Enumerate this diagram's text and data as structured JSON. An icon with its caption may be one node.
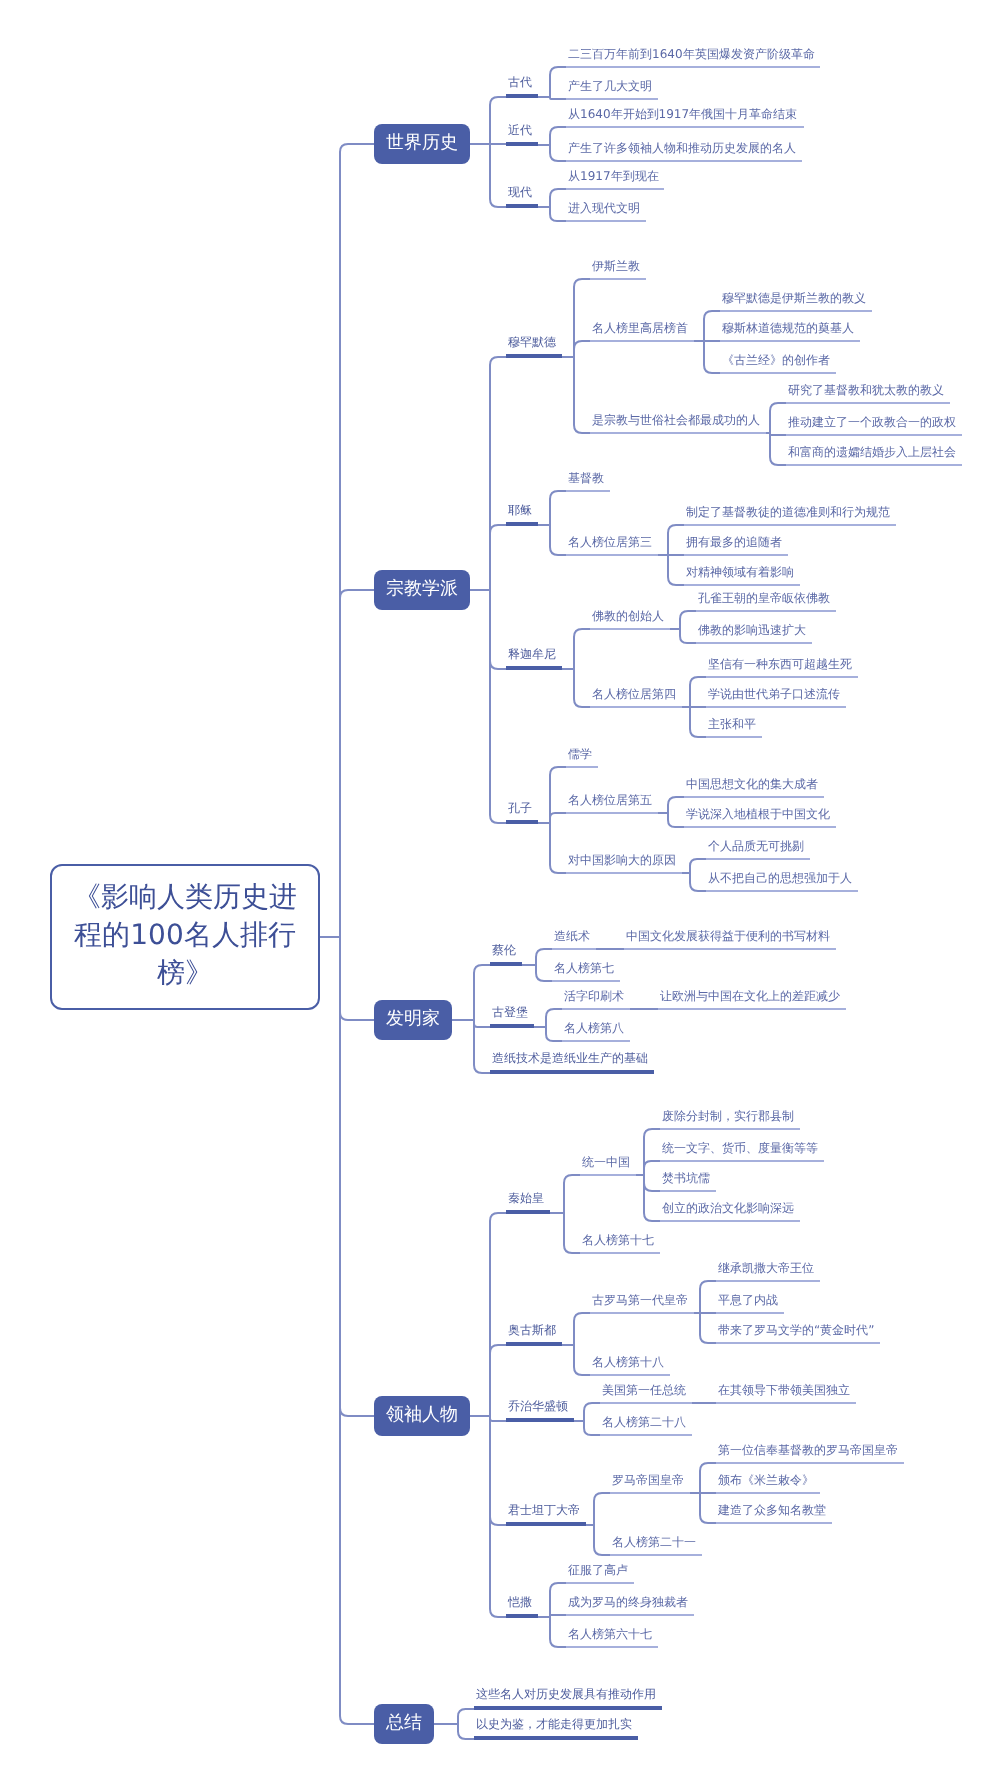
{
  "diagram": {
    "nodes": [
      {
        "text": [
          "《影响人类历史进程的100名人排行榜》"
        ]
      },
      {
        "text": [
          "世界历史"
        ]
      },
      {
        "text": [
          "古代"
        ]
      },
      {
        "text": [
          "二三百万年前到1640年英国爆发资产阶级革命"
        ]
      },
      {
        "text": [
          "产生了几大文明"
        ]
      },
      {
        "text": [
          "近代"
        ]
      },
      {
        "text": [
          "从1640年开始到1917年俄国十月革命结束"
        ]
      },
      {
        "text": [
          "产生了许多领袖人物和推动历史发展的名人"
        ]
      },
      {
        "text": [
          "现代"
        ]
      },
      {
        "text": [
          "从1917年到现在"
        ]
      },
      {
        "text": [
          "进入现代文明"
        ]
      },
      {
        "text": [
          "宗教学派"
        ]
      },
      {
        "text": [
          "穆罕默德"
        ]
      },
      {
        "text": [
          "伊斯兰教"
        ]
      },
      {
        "text": [
          "名人榜里高居榜首"
        ]
      },
      {
        "text": [
          "穆罕默德是伊斯兰教的教义"
        ]
      },
      {
        "text": [
          "穆斯林道德规范的奠基人"
        ]
      },
      {
        "text": [
          "《古兰经》的创作者"
        ]
      },
      {
        "text": [
          "是宗教与世俗社会都最成功的人"
        ]
      },
      {
        "text": [
          "研究了基督教和犹太教的教义"
        ]
      },
      {
        "text": [
          "推动建立了一个政教合一的政权"
        ]
      },
      {
        "text": [
          "和富商的遗孀结婚步入上层社会"
        ]
      },
      {
        "text": [
          "耶稣"
        ]
      },
      {
        "text": [
          "基督教"
        ]
      },
      {
        "text": [
          "名人榜位居第三"
        ]
      },
      {
        "text": [
          "制定了基督教徒的道德准则和行为规范"
        ]
      },
      {
        "text": [
          "拥有最多的追随者"
        ]
      },
      {
        "text": [
          "对精神领域有着影响"
        ]
      },
      {
        "text": [
          "释迦牟尼"
        ]
      },
      {
        "text": [
          "佛教的创始人"
        ]
      },
      {
        "text": [
          "孔雀王朝的皇帝皈依佛教"
        ]
      },
      {
        "text": [
          "佛教的影响迅速扩大"
        ]
      },
      {
        "text": [
          "名人榜位居第四"
        ]
      },
      {
        "text": [
          "坚信有一种东西可超越生死"
        ]
      },
      {
        "text": [
          "学说由世代弟子口述流传"
        ]
      },
      {
        "text": [
          "主张和平"
        ]
      },
      {
        "text": [
          "孔子"
        ]
      },
      {
        "text": [
          "儒学"
        ]
      },
      {
        "text": [
          "名人榜位居第五"
        ]
      },
      {
        "text": [
          "中国思想文化的集大成者"
        ]
      },
      {
        "text": [
          "学说深入地植根于中国文化"
        ]
      },
      {
        "text": [
          "对中国影响大的原因"
        ]
      },
      {
        "text": [
          "个人品质无可挑剔"
        ]
      },
      {
        "text": [
          "从不把自己的思想强加于人"
        ]
      },
      {
        "text": [
          "发明家"
        ]
      },
      {
        "text": [
          "蔡伦"
        ]
      },
      {
        "text": [
          "造纸术"
        ]
      },
      {
        "text": [
          "中国文化发展获得益于便利的书写材料"
        ]
      },
      {
        "text": [
          "名人榜第七"
        ]
      },
      {
        "text": [
          "古登堡"
        ]
      },
      {
        "text": [
          "活字印刷术"
        ]
      },
      {
        "text": [
          "让欧洲与中国在文化上的差距减少"
        ]
      },
      {
        "text": [
          "名人榜第八"
        ]
      },
      {
        "text": [
          "造纸技术是造纸业生产的基础"
        ]
      },
      {
        "text": [
          "领袖人物"
        ]
      },
      {
        "text": [
          "秦始皇"
        ]
      },
      {
        "text": [
          "统一中国"
        ]
      },
      {
        "text": [
          "废除分封制，实行郡县制"
        ]
      },
      {
        "text": [
          "统一文字、货币、度量衡等等"
        ]
      },
      {
        "text": [
          "焚书坑儒"
        ]
      },
      {
        "text": [
          "创立的政治文化影响深远"
        ]
      },
      {
        "text": [
          "名人榜第十七"
        ]
      },
      {
        "text": [
          "奥古斯都"
        ]
      },
      {
        "text": [
          "古罗马第一代皇帝"
        ]
      },
      {
        "text": [
          "继承凯撒大帝王位"
        ]
      },
      {
        "text": [
          "平息了内战"
        ]
      },
      {
        "text": [
          "带来了罗马文学的“黄金时代”"
        ]
      },
      {
        "text": [
          "名人榜第十八"
        ]
      },
      {
        "text": [
          "乔治华盛顿"
        ]
      },
      {
        "text": [
          "美国第一任总统"
        ]
      },
      {
        "text": [
          "在其领导下带领美国独立"
        ]
      },
      {
        "text": [
          "名人榜第二十八"
        ]
      },
      {
        "text": [
          "君士坦丁大帝"
        ]
      },
      {
        "text": [
          "罗马帝国皇帝"
        ]
      },
      {
        "text": [
          "第一位信奉基督教的罗马帝国皇帝"
        ]
      },
      {
        "text": [
          "颁布《米兰敕令》"
        ]
      },
      {
        "text": [
          "建造了众多知名教堂"
        ]
      },
      {
        "text": [
          "名人榜第二十一"
        ]
      },
      {
        "text": [
          "恺撒"
        ]
      },
      {
        "text": [
          "征服了高卢"
        ]
      },
      {
        "text": [
          "成为罗马的终身独裁者"
        ]
      },
      {
        "text": [
          "名人榜第六十七"
        ]
      },
      {
        "text": [
          "总结"
        ]
      },
      {
        "text": [
          "这些名人对历史发展具有推动作用"
        ]
      },
      {
        "text": [
          "以史为鉴，才能走得更加扎实"
        ]
      }
    ],
    "edges": [
      {
        "from": 0,
        "to": 1,
        "arrow": "none"
      },
      {
        "from": 1,
        "to": 2,
        "arrow": "none"
      },
      {
        "from": 2,
        "to": 3,
        "arrow": "none"
      },
      {
        "from": 2,
        "to": 4,
        "arrow": "none"
      },
      {
        "from": 1,
        "to": 5,
        "arrow": "none"
      },
      {
        "from": 5,
        "to": 6,
        "arrow": "none"
      },
      {
        "from": 5,
        "to": 7,
        "arrow": "none"
      },
      {
        "from": 1,
        "to": 8,
        "arrow": "none"
      },
      {
        "from": 8,
        "to": 9,
        "arrow": "none"
      },
      {
        "from": 8,
        "to": 10,
        "arrow": "none"
      },
      {
        "from": 0,
        "to": 11,
        "arrow": "none"
      },
      {
        "from": 11,
        "to": 12,
        "arrow": "none"
      },
      {
        "from": 12,
        "to": 13,
        "arrow": "none"
      },
      {
        "from": 12,
        "to": 14,
        "arrow": "none"
      },
      {
        "from": 14,
        "to": 15,
        "arrow": "none"
      },
      {
        "from": 14,
        "to": 16,
        "arrow": "none"
      },
      {
        "from": 14,
        "to": 17,
        "arrow": "none"
      },
      {
        "from": 12,
        "to": 18,
        "arrow": "none"
      },
      {
        "from": 18,
        "to": 19,
        "arrow": "none"
      },
      {
        "from": 18,
        "to": 20,
        "arrow": "none"
      },
      {
        "from": 18,
        "to": 21,
        "arrow": "none"
      },
      {
        "from": 11,
        "to": 22,
        "arrow": "none"
      },
      {
        "from": 22,
        "to": 23,
        "arrow": "none"
      },
      {
        "from": 22,
        "to": 24,
        "arrow": "none"
      },
      {
        "from": 24,
        "to": 25,
        "arrow": "none"
      },
      {
        "from": 24,
        "to": 26,
        "arrow": "none"
      },
      {
        "from": 24,
        "to": 27,
        "arrow": "none"
      },
      {
        "from": 11,
        "to": 28,
        "arrow": "none"
      },
      {
        "from": 28,
        "to": 29,
        "arrow": "none"
      },
      {
        "from": 29,
        "to": 30,
        "arrow": "none"
      },
      {
        "from": 29,
        "to": 31,
        "arrow": "none"
      },
      {
        "from": 28,
        "to": 32,
        "arrow": "none"
      },
      {
        "from": 32,
        "to": 33,
        "arrow": "none"
      },
      {
        "from": 32,
        "to": 34,
        "arrow": "none"
      },
      {
        "from": 32,
        "to": 35,
        "arrow": "none"
      },
      {
        "from": 11,
        "to": 36,
        "arrow": "none"
      },
      {
        "from": 36,
        "to": 37,
        "arrow": "none"
      },
      {
        "from": 36,
        "to": 38,
        "arrow": "none"
      },
      {
        "from": 38,
        "to": 39,
        "arrow": "none"
      },
      {
        "from": 38,
        "to": 40,
        "arrow": "none"
      },
      {
        "from": 36,
        "to": 41,
        "arrow": "none"
      },
      {
        "from": 41,
        "to": 42,
        "arrow": "none"
      },
      {
        "from": 41,
        "to": 43,
        "arrow": "none"
      },
      {
        "from": 0,
        "to": 44,
        "arrow": "none"
      },
      {
        "from": 44,
        "to": 45,
        "arrow": "none"
      },
      {
        "from": 45,
        "to": 46,
        "arrow": "none"
      },
      {
        "from": 46,
        "to": 47,
        "arrow": "none"
      },
      {
        "from": 45,
        "to": 48,
        "arrow": "none"
      },
      {
        "from": 44,
        "to": 49,
        "arrow": "none"
      },
      {
        "from": 49,
        "to": 50,
        "arrow": "none"
      },
      {
        "from": 50,
        "to": 51,
        "arrow": "none"
      },
      {
        "from": 49,
        "to": 52,
        "arrow": "none"
      },
      {
        "from": 44,
        "to": 53,
        "arrow": "none"
      },
      {
        "from": 0,
        "to": 54,
        "arrow": "none"
      },
      {
        "from": 54,
        "to": 55,
        "arrow": "none"
      },
      {
        "from": 55,
        "to": 56,
        "arrow": "none"
      },
      {
        "from": 56,
        "to": 57,
        "arrow": "none"
      },
      {
        "from": 56,
        "to": 58,
        "arrow": "none"
      },
      {
        "from": 56,
        "to": 59,
        "arrow": "none"
      },
      {
        "from": 56,
        "to": 60,
        "arrow": "none"
      },
      {
        "from": 55,
        "to": 61,
        "arrow": "none"
      },
      {
        "from": 54,
        "to": 62,
        "arrow": "none"
      },
      {
        "from": 62,
        "to": 63,
        "arrow": "none"
      },
      {
        "from": 63,
        "to": 64,
        "arrow": "none"
      },
      {
        "from": 63,
        "to": 65,
        "arrow": "none"
      },
      {
        "from": 63,
        "to": 66,
        "arrow": "none"
      },
      {
        "from": 62,
        "to": 67,
        "arrow": "none"
      },
      {
        "from": 54,
        "to": 68,
        "arrow": "none"
      },
      {
        "from": 68,
        "to": 69,
        "arrow": "none"
      },
      {
        "from": 69,
        "to": 70,
        "arrow": "none"
      },
      {
        "from": 68,
        "to": 71,
        "arrow": "none"
      },
      {
        "from": 54,
        "to": 72,
        "arrow": "none"
      },
      {
        "from": 72,
        "to": 73,
        "arrow": "none"
      },
      {
        "from": 73,
        "to": 74,
        "arrow": "none"
      },
      {
        "from": 73,
        "to": 75,
        "arrow": "none"
      },
      {
        "from": 73,
        "to": 76,
        "arrow": "none"
      },
      {
        "from": 72,
        "to": 77,
        "arrow": "none"
      },
      {
        "from": 54,
        "to": 78,
        "arrow": "none"
      },
      {
        "from": 78,
        "to": 79,
        "arrow": "none"
      },
      {
        "from": 78,
        "to": 80,
        "arrow": "none"
      },
      {
        "from": 78,
        "to": 81,
        "arrow": "none"
      },
      {
        "from": 0,
        "to": 82,
        "arrow": "none"
      },
      {
        "from": 82,
        "to": 83,
        "arrow": "none"
      },
      {
        "from": 82,
        "to": 84,
        "arrow": "none"
      }
    ]
  }
}
